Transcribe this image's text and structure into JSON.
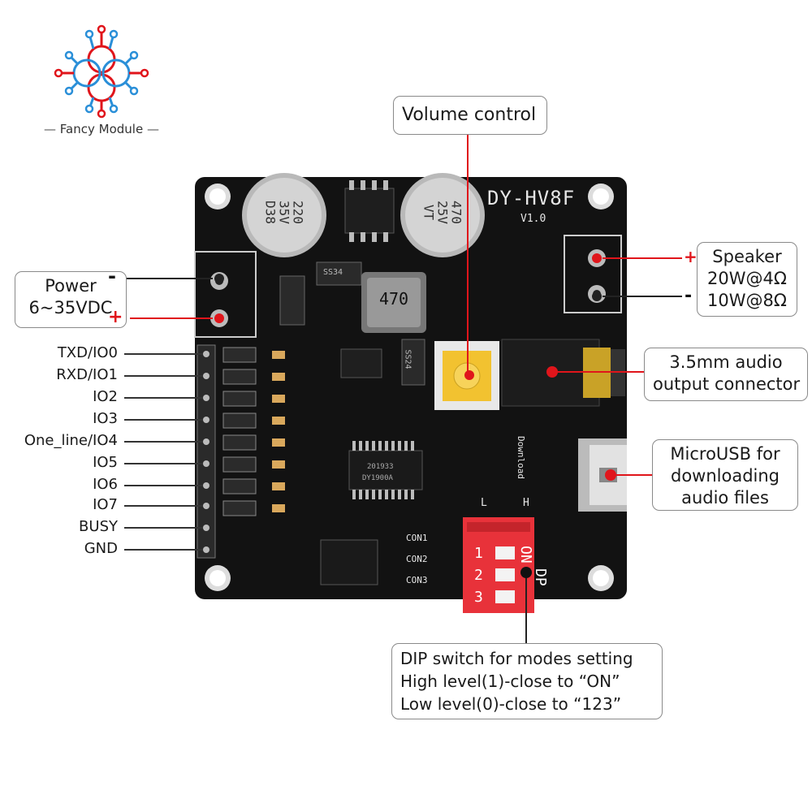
{
  "brand": {
    "name": "Fancy Module"
  },
  "board": {
    "model": "DY-HV8F",
    "version": "V1.0",
    "cap_left": [
      "220",
      "35V",
      "D38"
    ],
    "cap_right": [
      "470",
      "25V",
      "VT"
    ],
    "inductor": "470",
    "diode_a": "SS34",
    "diode_b": "SS24",
    "chip_label": "DY1900A",
    "chip_code": "201933",
    "download_label": "Download",
    "dip_l": "L",
    "dip_h": "H",
    "dip_on": "ON",
    "dip_dp": "DP",
    "dip_numbers": [
      "1",
      "2",
      "3"
    ],
    "con_labels": [
      "CON1",
      "CON2",
      "CON3"
    ]
  },
  "callouts": {
    "volume": "Volume control",
    "power": [
      "Power",
      "6~35VDC"
    ],
    "speaker": [
      "Speaker",
      "20W@4Ω",
      "10W@8Ω"
    ],
    "audio_out": [
      "3.5mm audio",
      "output connector"
    ],
    "microusb": [
      "MicroUSB for",
      "downloading",
      "audio files"
    ],
    "dip": [
      "DIP switch for modes setting",
      "High level(1)-close to “ON”",
      "Low level(0)-close to “123”"
    ]
  },
  "signs": {
    "plus": "+",
    "minus": "-"
  },
  "pins": [
    "TXD/IO0",
    "RXD/IO1",
    "IO2",
    "IO3",
    "One_line/IO4",
    "IO5",
    "IO6",
    "IO7",
    "BUSY",
    "GND"
  ],
  "colors": {
    "board": "#111111",
    "accent_red": "#e0151b",
    "dip_red": "#e8323a",
    "pot_yellow": "#f2c230",
    "silk": "#e6e6e6"
  }
}
